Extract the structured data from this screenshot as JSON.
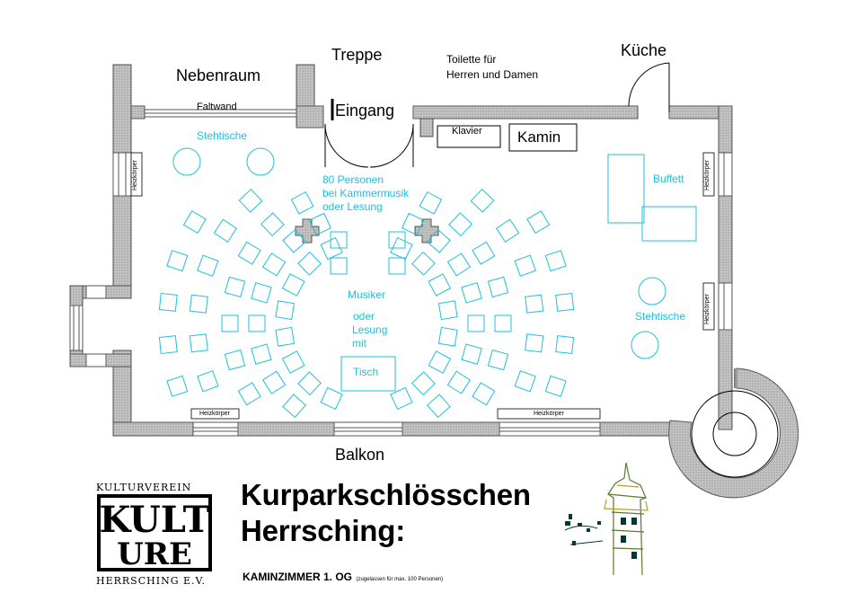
{
  "rooms": {
    "nebenraum": "Nebenraum",
    "treppe": "Treppe",
    "toilette_line1": "Toilette für",
    "toilette_line2": "Herren und Damen",
    "kueche": "Küche",
    "eingang": "Eingang",
    "faltwand": "Faltwand",
    "klavier": "Klavier",
    "kamin": "Kamin",
    "balkon": "Balkon"
  },
  "annotations": {
    "stehtische_left": "Stehtische",
    "stehtische_right": "Stehtische",
    "personen_line1": "80 Personen",
    "personen_line2": "bei Kammermusik",
    "personen_line3": "oder Lesung",
    "buffett": "Buffett",
    "musiker": "Musiker",
    "oder": "oder",
    "lesung": "Lesung",
    "mit": "mit",
    "tisch": "Tisch"
  },
  "heaters": {
    "left": "Heizkörper",
    "right_top": "Heizkörper",
    "right_bottom": "Heizkörper",
    "bottom_left": "Heizkörper",
    "bottom_right": "Heizkörper"
  },
  "footer": {
    "title_line1": "Kurparkschlösschen",
    "title_line2": "Herrsching:",
    "subtitle": "KAMINZIMMER 1. OG",
    "subtitle_note": "(zugelassen für max. 100 Personen)"
  },
  "logo": {
    "top": "KULTURVEREIN",
    "bottom": "HERRSCHING E.V.",
    "mark_line1": "KULT",
    "mark_line2": "URE"
  },
  "colors": {
    "wall_hatch": "#c8c8c8",
    "furniture": "#1ec0dc",
    "ink": "#000000",
    "sketch_green": "#5a7a2a"
  }
}
